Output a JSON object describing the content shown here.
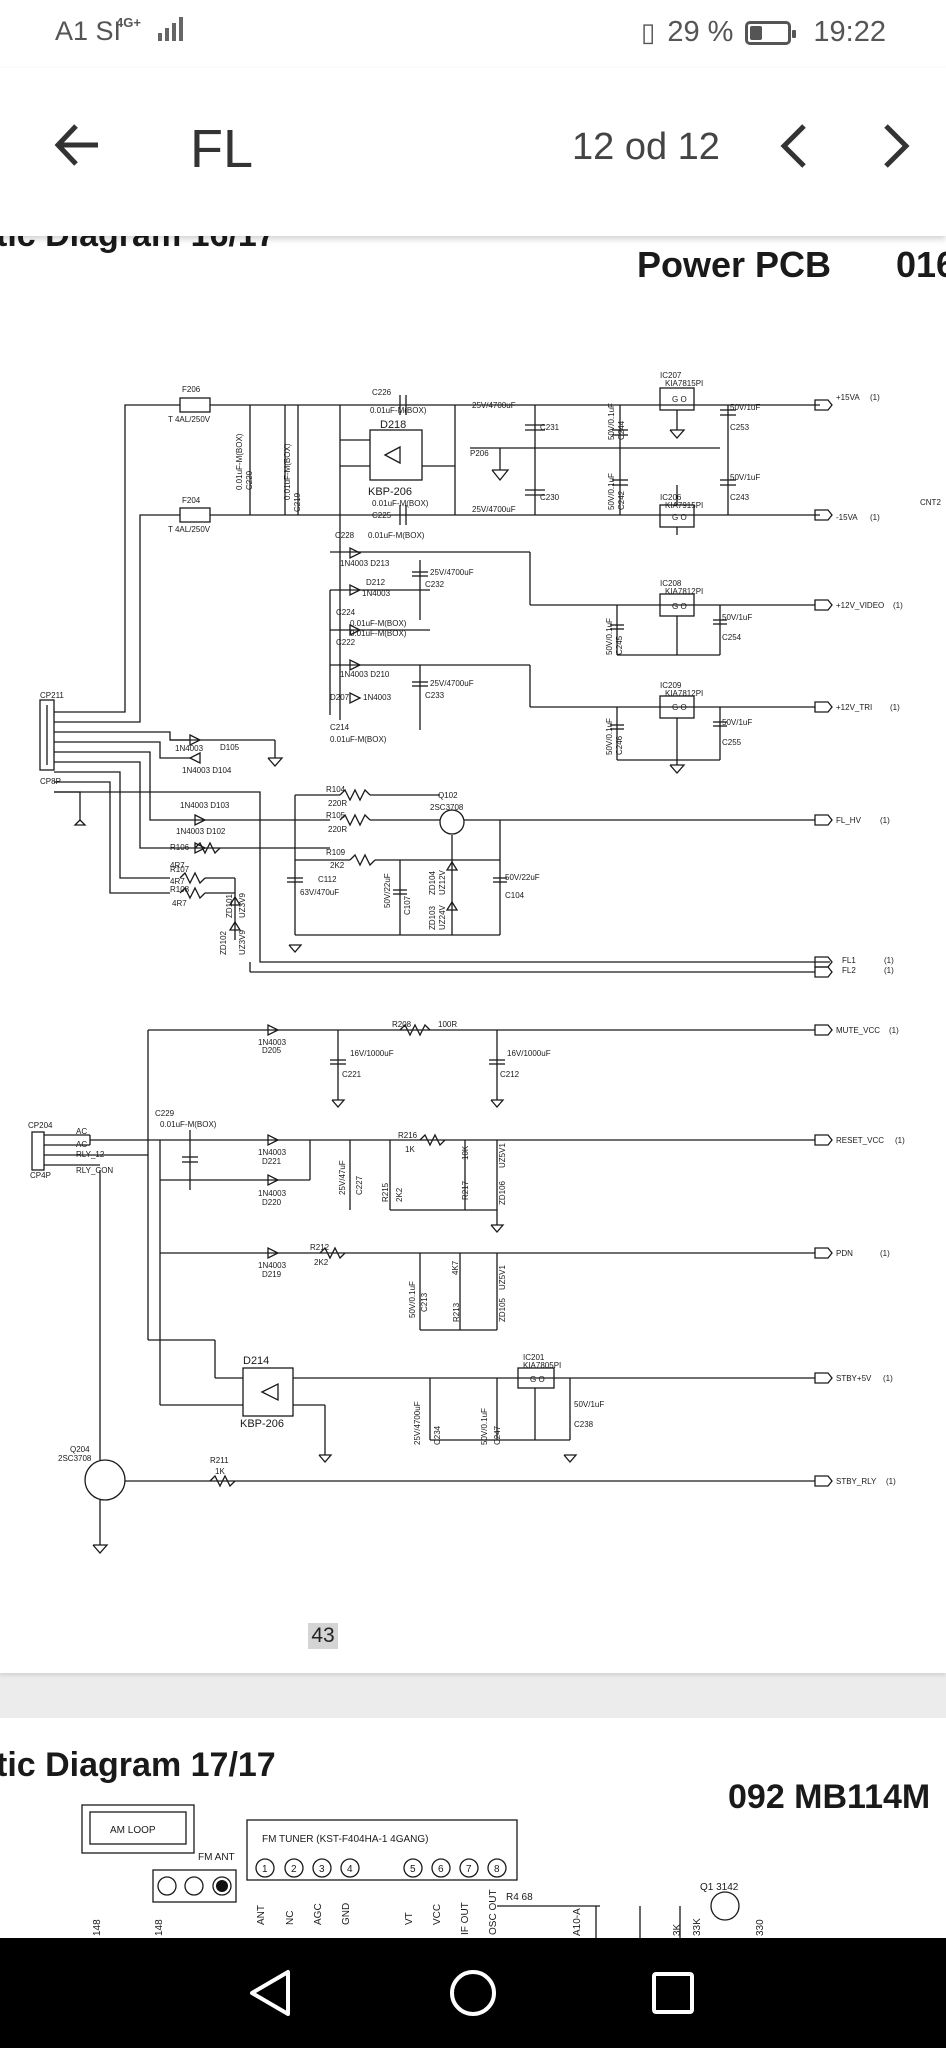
{
  "status": {
    "carrier": "A1 SI",
    "network": "4G+",
    "battery": "29 %",
    "time": "19:22"
  },
  "toolbar": {
    "title": "FL",
    "page_count": "12 od 12"
  },
  "page1": {
    "heading_left": "tic Diagram 16/17",
    "heading_right": "Power PCB",
    "heading_code": "016",
    "page_number": "43",
    "labels": {
      "f206": "F206",
      "f206v": "T 4AL/250V",
      "f204": "F204",
      "f204v": "T 4AL/250V",
      "c226": "C226",
      "c226v": "0.01uF-M(BOX)",
      "d218": "D218",
      "kbp206a": "KBP-206",
      "c225": "C225",
      "c225v": "0.01uF-M(BOX)",
      "c228": "C228",
      "c228v": "0.01uF-M(BOX)",
      "c220v": "0.01uF-M(BOX)",
      "c220": "C220",
      "c218": "0.01uF-M(BOX)",
      "c219": "C219",
      "cap4700a": "25V/4700uF",
      "cap4700b": "25V/4700uF",
      "c231": "C231",
      "c230": "C230",
      "c244": "50V/0.1uF",
      "c244n": "C244",
      "c242": "50V/0.1uF",
      "c242n": "C242",
      "ic207": "IC207",
      "ic207t": "KIA7815PI",
      "ic206": "IC206",
      "ic206t": "KIA7915PI",
      "ic208": "IC208",
      "ic208t": "KIA7812PI",
      "ic209": "IC209",
      "ic209t": "KIA7812PI",
      "c253": "C253",
      "c253v": "50V/1uF",
      "c243": "C243",
      "c243v": "50V/1uF",
      "c254": "C254",
      "c254v": "50V/1uF",
      "c255": "C255",
      "c255v": "50V/1uF",
      "c245": "50V/0.1uF",
      "c245n": "C245",
      "c246": "50V/0.1uF",
      "c246n": "C246",
      "p15": "+15VA",
      "m15": "-15VA",
      "p12v": "+12V_VIDEO",
      "p12t": "+12V_TRI",
      "one": "(1)",
      "cnt2": "CNT2",
      "d213": "1N4003 D213",
      "d212": "1N4003",
      "d212n": "D212",
      "c232": "C232",
      "c232v": "25V/4700uF",
      "c224": "C224",
      "c224v": "0.01uF-M(BOX)",
      "c222v": "0.01uF-M(BOX)",
      "c222": "C222",
      "d210": "1N4003 D210",
      "d207": "D207",
      "d207t": "1N4003",
      "c233": "C233",
      "c233v": "25V/4700uF",
      "c214": "C214",
      "c214v": "0.01uF-M(BOX)",
      "cp211": "CP211",
      "cp8p": "CP8P",
      "d105": "D105",
      "d104": "1N4003 D104",
      "in4003": "1N4003",
      "d103": "1N4003  D103",
      "d102": "1N4003 D102",
      "r104": "R104",
      "r104v": "220R",
      "r105": "R105",
      "r105v": "220R",
      "q102": "Q102",
      "q102t": "2SC3708",
      "r109": "R109",
      "r109v": "2K2",
      "r106": "R106",
      "r107": "R107",
      "r108": "R108",
      "r4r7": "4R7",
      "c112": "C112",
      "c112v": "63V/470uF",
      "c107": "C107",
      "c107v": "50V/22uF",
      "zd104": "ZD104",
      "uz12v": "UZ12V",
      "zd103": "ZD103",
      "uz24v": "UZ24V",
      "c104": "C104",
      "c104v": "50V/22uF",
      "zd101": "ZD101",
      "zd102": "ZD102",
      "uz3v9": "UZ3V9",
      "flhv": "FL_HV",
      "fl1": "FL1",
      "fl2": "FL2",
      "d205": "D205",
      "r208": "R208",
      "r208v": "100R",
      "mute": "MUTE_VCC",
      "c221": "C221",
      "c221v": "16V/1000uF",
      "c212": "C212",
      "c212v": "16V/1000uF",
      "c229": "C229",
      "c229v": "0.01uF-M(BOX)",
      "cp204": "CP204",
      "cp4p": "CP4P",
      "ac": "AC",
      "rly12": "RLY_12",
      "rlycon": "RLY_CON",
      "d221": "D221",
      "d220": "D220",
      "r216": "R216",
      "r216v": "1K",
      "c227": "C227",
      "c227v": "25V/47uF",
      "r215": "R215",
      "r215v": "2K2",
      "r217": "R217",
      "r217v": "10K",
      "zd106": "ZD106",
      "uz5v1": "UZ5V1",
      "reset": "RESET_VCC",
      "d219": "D219",
      "r212": "R212",
      "r212v": "2K2",
      "pdn": "PDN",
      "c213": "C213",
      "c213v": "50V/0.1uF",
      "r213": "R213",
      "r213v": "4K7",
      "zd105": "ZD105",
      "d214": "D214",
      "kbp206b": "KBP-206",
      "c234": "C234",
      "c234v": "25V/4700uF",
      "c247": "C247",
      "c247v": "50V/0.1uF",
      "ic201": "IC201",
      "ic201t": "KIA7805PI",
      "c238": "C238",
      "c238v": "50V/1uF",
      "stby5": "STBY+5V",
      "q204": "Q204",
      "q204t": "2SC3708",
      "r211": "R211",
      "r211v": "1K",
      "stbyrly": "STBY_RLY",
      "gio": "G O",
      "i": "I"
    }
  },
  "page2": {
    "heading_left": "tic Diagram 17/17",
    "heading_right": "092 MB114M",
    "am_loop": "AM LOOP",
    "fm_ant": "FM ANT",
    "tuner": "FM TUNER (KST-F404HA-1 4GANG)",
    "pins": [
      "1",
      "2",
      "3",
      "4",
      "5",
      "6",
      "7",
      "8"
    ],
    "pin_labels": [
      "ANT",
      "NC",
      "AGC",
      "GND",
      "VT",
      "VCC",
      "IF OUT",
      "OSC OUT"
    ],
    "q1": "Q1 3142",
    "r468": "R4 68",
    "misc": [
      "148",
      "148",
      "A10-A",
      "3K",
      "33K",
      "330"
    ]
  },
  "colors": {
    "line": "#1a1a1a",
    "text": "#1a1a1a"
  },
  "icons": [
    "back-arrow-icon",
    "chevron-left-icon",
    "chevron-right-icon",
    "nav-back-icon",
    "nav-home-icon",
    "nav-recents-icon",
    "battery-icon",
    "vibrate-icon",
    "signal-icon"
  ]
}
